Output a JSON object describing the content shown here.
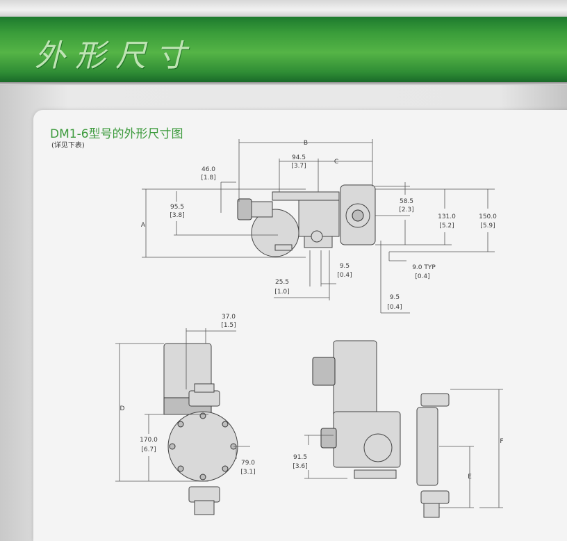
{
  "header": {
    "title": "外形尺寸"
  },
  "panel": {
    "title": "DM1-6型号的外形尺寸图",
    "subtitle": "(详见下表)"
  },
  "colors": {
    "brand_green": "#3a9d3a",
    "title_green": "#3c9a3c"
  },
  "dims": {
    "B": "B",
    "C": "C",
    "A": "A",
    "D": "D",
    "E": "E",
    "F": "F",
    "d94_5": "94.5",
    "d94_5_in": "[3.7]",
    "d46_0": "46.0",
    "d46_0_in": "[1.8]",
    "d95_5": "95.5",
    "d95_5_in": "[3.8]",
    "d58_5": "58.5",
    "d58_5_in": "[2.3]",
    "d131_0": "131.0",
    "d131_0_in": "[5.2]",
    "d150_0": "150.0",
    "d150_0_in": "[5.9]",
    "d9_5a": "9.5",
    "d9_5a_in": "[0.4]",
    "d9_0": "9.0 TYP",
    "d9_0_in": "[0.4]",
    "d25_5": "25.5",
    "d25_5_in": "[1.0]",
    "d9_5b": "9.5",
    "d9_5b_in": "[0.4]",
    "d37_0": "37.0",
    "d37_0_in": "[1.5]",
    "d170_0": "170.0",
    "d170_0_in": "[6.7]",
    "d79_0": "79.0",
    "d79_0_in": "[3.1]",
    "d91_5": "91.5",
    "d91_5_in": "[3.6]"
  }
}
